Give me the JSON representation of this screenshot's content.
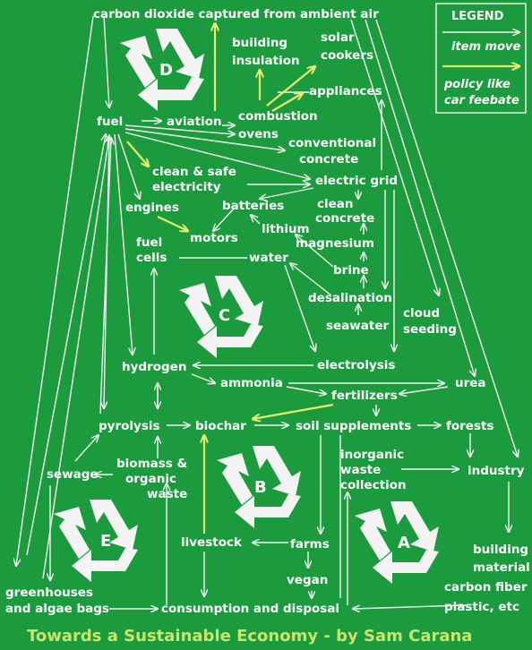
{
  "title": "Towards a Sustainable Economy - by Sam Carana",
  "legend": {
    "header": "LEGEND",
    "item_move": "item move",
    "policy_line1": "policy like",
    "policy_line2": "car feebate"
  },
  "nodes": {
    "co2": "carbon dioxide captured from ambient air",
    "building_ins_1": "building",
    "building_ins_2": "insulation",
    "solar_1": "solar",
    "solar_2": "cookers",
    "appliances": "appliances",
    "fuel": "fuel",
    "aviation": "aviation",
    "combustion": "combustion",
    "ovens": "ovens",
    "conv_1": "conventional",
    "conv_2": "concrete",
    "clean_elec_1": "clean & safe",
    "clean_elec_2": "electricity",
    "grid": "electric grid",
    "engines": "engines",
    "batteries": "batteries",
    "clean_con_1": "clean",
    "clean_con_2": "concrete",
    "lithium": "lithium",
    "fuelcells_1": "fuel",
    "fuelcells_2": "cells",
    "motors": "motors",
    "magnesium": "magnesium",
    "water": "water",
    "brine": "brine",
    "desalination": "desalination",
    "seawater": "seawater",
    "cloud_1": "cloud",
    "cloud_2": "seeding",
    "hydrogen": "hydrogen",
    "electrolysis": "electrolysis",
    "ammonia": "ammonia",
    "urea": "urea",
    "fertilizers": "fertilizers",
    "pyrolysis": "pyrolysis",
    "biochar": "biochar",
    "soil": "soil supplements",
    "forests": "forests",
    "biomass_1": "biomass &",
    "biomass_2": "organic",
    "biomass_3": "waste",
    "sewage": "sewage",
    "inorg_1": "inorganic",
    "inorg_2": "waste",
    "inorg_3": "collection",
    "industry": "industry",
    "livestock": "livestock",
    "farms": "farms",
    "vegan": "vegan",
    "greenhouses_1": "greenhouses",
    "greenhouses_2": "and algae bags",
    "consumption": "consumption and disposal",
    "bm_1": "building",
    "bm_2": "material",
    "bm_3": "carbon fiber",
    "bm_4": "plastic, etc"
  },
  "recycle_labels": [
    "D",
    "C",
    "B",
    "E",
    "A"
  ],
  "colors": {
    "background": "#1c9a3e",
    "item_arrow": "#f2f2f2",
    "policy_arrow": "#e6f06a",
    "title": "#c7e66a"
  }
}
